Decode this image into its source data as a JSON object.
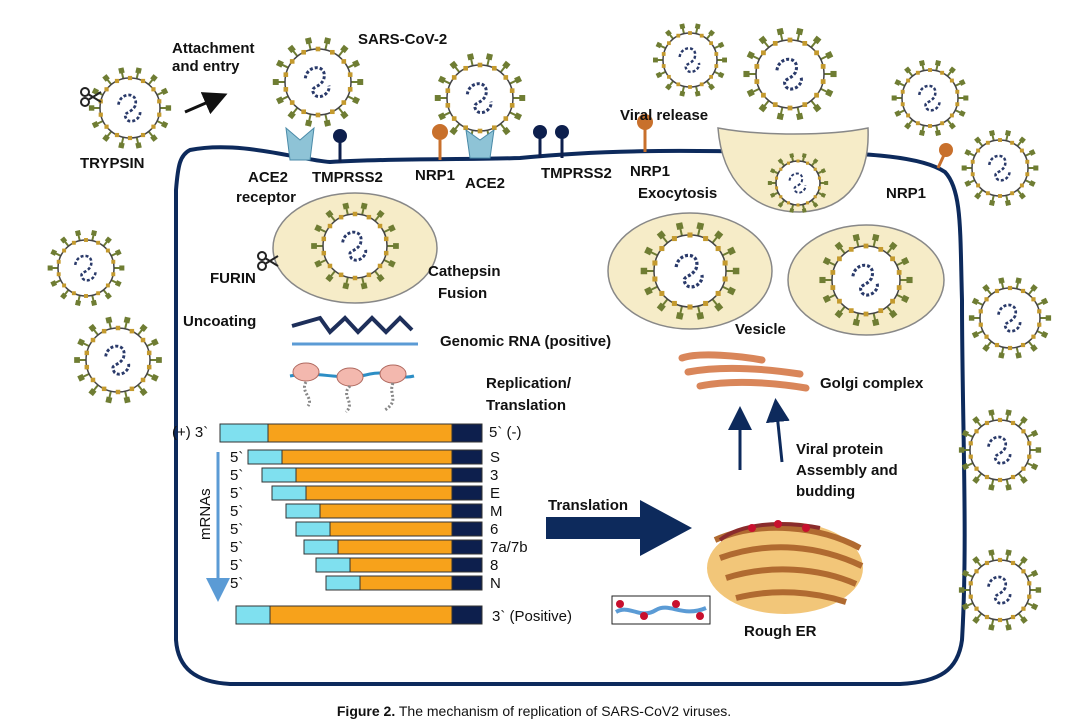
{
  "labels": {
    "attachment": [
      "Attachment",
      "and entry"
    ],
    "sars": "SARS-CoV-2",
    "trypsin": "TRYPSIN",
    "ace2_receptor": [
      "ACE2",
      "receptor"
    ],
    "tmprss2_left": "TMPRSS2",
    "nrp1_left": "NRP1",
    "ace2_mid": "ACE2",
    "tmprss2_mid": "TMPRSS2",
    "nrp1_mid": "NRP1",
    "viral_release": "Viral release",
    "exocytosis": "Exocytosis",
    "nrp1_right": "NRP1",
    "furin": "FURIN",
    "cathepsin": [
      "Cathepsin",
      "Fusion"
    ],
    "uncoating": "Uncoating",
    "genomic_rna": "Genomic RNA (positive)",
    "replication": [
      "Replication/",
      "Translation"
    ],
    "vesicle": "Vesicle",
    "golgi": "Golgi complex",
    "viral_protein": [
      "Viral protein",
      "Assembly and",
      "budding"
    ],
    "translation": "Translation",
    "rough_er": "Rough ER",
    "mrnas": "mRNAs"
  },
  "genome": {
    "left_label": "(+) 3`",
    "right_label": "5` (-)",
    "bottom_label": "3` (Positive)"
  },
  "mrna_rows": [
    {
      "prefix": "5`",
      "name": "S"
    },
    {
      "prefix": "5`",
      "name": "3"
    },
    {
      "prefix": "5`",
      "name": "E"
    },
    {
      "prefix": "5`",
      "name": "M"
    },
    {
      "prefix": "5`",
      "name": "6"
    },
    {
      "prefix": "5`",
      "name": "7a/7b"
    },
    {
      "prefix": "5`",
      "name": "8"
    },
    {
      "prefix": "5`",
      "name": "N"
    }
  ],
  "caption": {
    "bold": "Figure 2.",
    "text": " The mechanism of replication of SARS-CoV2 viruses."
  },
  "colors": {
    "cell_border": "#0d2a5c",
    "cyan": "#7fe0ef",
    "orange": "#f7a21b",
    "navy": "#0d1f4d",
    "vesicle_fill": "#f6ecc8",
    "spike_olive": "#6f7d33",
    "spike_gold": "#c49a2e",
    "nrp1": "#c8702c",
    "ace2": "#8ec3d6",
    "arrow_blue": "#5b9bd5",
    "golgi": "#d9865a"
  }
}
